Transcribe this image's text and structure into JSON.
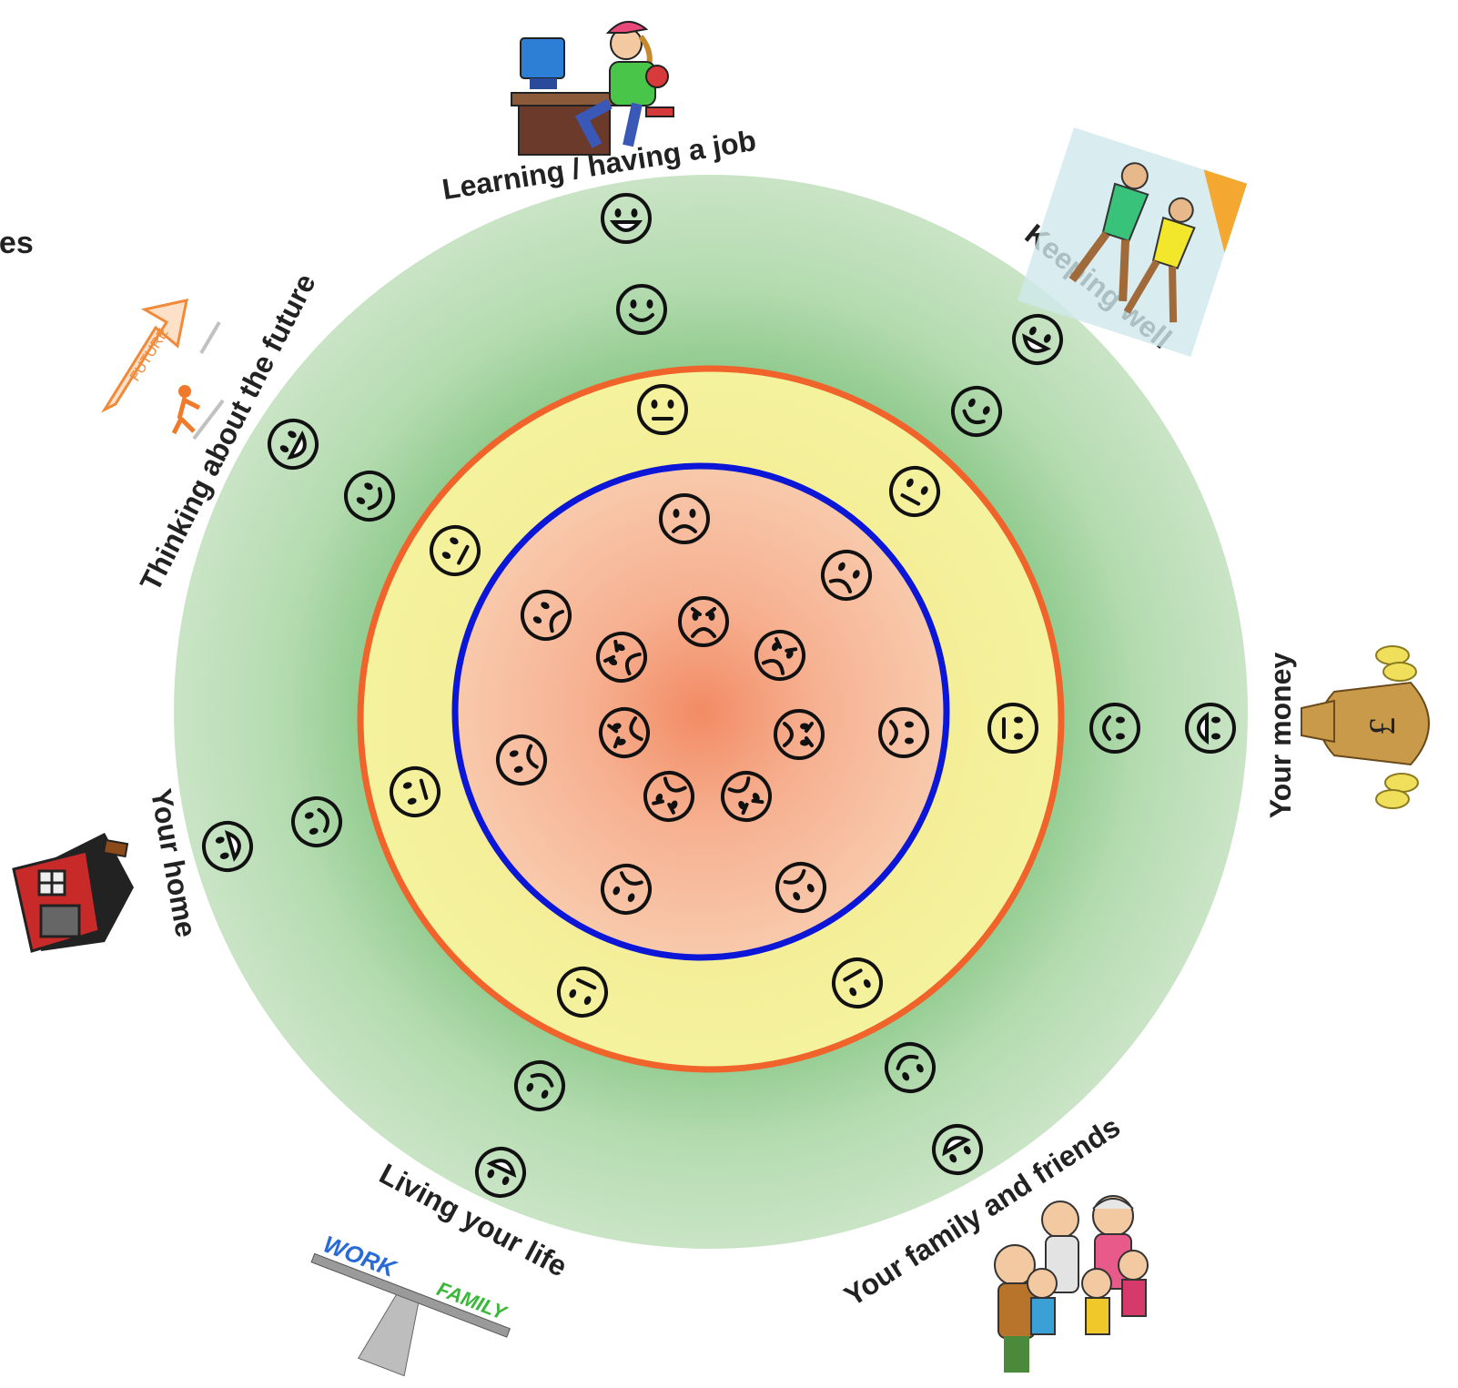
{
  "partial_label": "ces",
  "colors": {
    "outer_ring": "#c9e4c5",
    "outer_ring_inner": "#7fc17d",
    "middle_ring": "#f5f29e",
    "middle_ring_inner": "#f0e58a",
    "inner_disc_edge": "#f8c9ac",
    "inner_disc_center": "#f28b64",
    "orange_circle": "#f0632a",
    "blue_circle": "#0b16d6",
    "face_stroke": "#111111"
  },
  "segments": [
    {
      "label": "Learning / having a job",
      "icon": "student-at-computer-icon"
    },
    {
      "label": "Keeping well",
      "icon": "people-jogging-icon"
    },
    {
      "label": "Your money",
      "icon": "money-bag-icon",
      "icon_text": "£"
    },
    {
      "label": "Your family and friends",
      "icon": "family-group-icon"
    },
    {
      "label": "Living your life",
      "icon": "work-family-balance-icon",
      "icon_text_1": "WORK",
      "icon_text_2": "FAMILY"
    },
    {
      "label": "Your home",
      "icon": "house-icon"
    },
    {
      "label": "Thinking about the future",
      "icon": "future-arrow-icon",
      "icon_text": "FUTURE"
    }
  ],
  "faces": [
    {
      "mood": "very-happy"
    },
    {
      "mood": "happy"
    },
    {
      "mood": "neutral"
    },
    {
      "mood": "sad"
    },
    {
      "mood": "very-sad"
    },
    {
      "mood": "very-happy"
    },
    {
      "mood": "happy"
    },
    {
      "mood": "neutral"
    },
    {
      "mood": "sad"
    },
    {
      "mood": "very-sad"
    },
    {
      "mood": "very-happy"
    },
    {
      "mood": "happy"
    },
    {
      "mood": "neutral"
    },
    {
      "mood": "sad"
    },
    {
      "mood": "very-sad"
    },
    {
      "mood": "very-happy"
    },
    {
      "mood": "happy"
    },
    {
      "mood": "neutral"
    },
    {
      "mood": "sad"
    },
    {
      "mood": "very-sad"
    },
    {
      "mood": "very-happy"
    },
    {
      "mood": "happy"
    },
    {
      "mood": "neutral"
    },
    {
      "mood": "sad"
    },
    {
      "mood": "very-sad"
    },
    {
      "mood": "very-happy"
    },
    {
      "mood": "happy"
    },
    {
      "mood": "neutral"
    },
    {
      "mood": "sad"
    },
    {
      "mood": "very-sad"
    },
    {
      "mood": "very-happy"
    },
    {
      "mood": "happy"
    },
    {
      "mood": "neutral"
    },
    {
      "mood": "sad"
    },
    {
      "mood": "very-sad"
    }
  ]
}
